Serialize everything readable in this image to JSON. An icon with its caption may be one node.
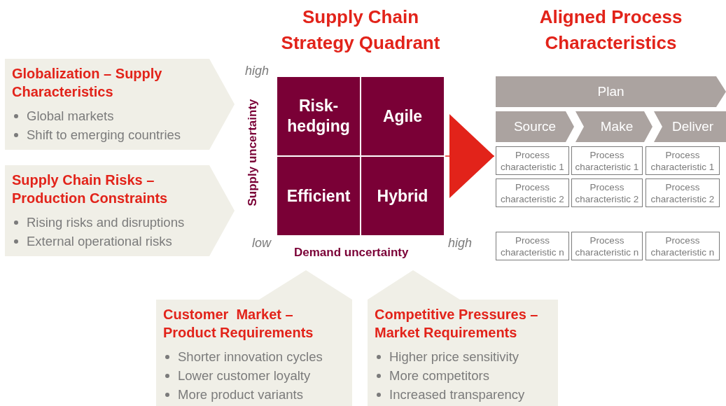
{
  "diagram": {
    "nodes": [
      {
        "text": [
          "Globalization – Supply Characteristics",
          "Global markets",
          "Shift to emerging countries"
        ]
      },
      {
        "text": [
          "Supply Chain Risks – Production Constraints",
          "Rising risks and disruptions",
          "External operational risks"
        ]
      },
      {
        "text": [
          "Customer  Market – Product Requirements",
          "Shorter innovation cycles",
          "Lower customer loyalty",
          "More product variants"
        ]
      },
      {
        "text": [
          "Competitive Pressures – Market Requirements",
          "Higher price sensitivity",
          "More competitors",
          "Increased transparency"
        ]
      },
      {
        "text": [
          "Supply Chain Strategy Quadrant"
        ]
      },
      {
        "text": [
          "Risk-hedging"
        ],
        "in": 4
      },
      {
        "text": [
          "Agile"
        ],
        "in": 4
      },
      {
        "text": [
          "Efficient"
        ],
        "in": 4
      },
      {
        "text": [
          "Hybrid"
        ],
        "in": 4
      },
      {
        "text": [
          "Aligned Process Characteristics"
        ]
      },
      {
        "text": [
          "Plan"
        ],
        "in": 9
      },
      {
        "text": [
          "Source"
        ],
        "in": 9
      },
      {
        "text": [
          "Make"
        ],
        "in": 9
      },
      {
        "text": [
          "Deliver"
        ],
        "in": 9
      },
      {
        "text": [
          "Process characteristic 1"
        ],
        "in": 9
      },
      {
        "text": [
          "Process characteristic 1"
        ],
        "in": 9
      },
      {
        "text": [
          "Process characteristic 1"
        ],
        "in": 9
      },
      {
        "text": [
          "Process characteristic 2"
        ],
        "in": 9
      },
      {
        "text": [
          "Process characteristic 2"
        ],
        "in": 9
      },
      {
        "text": [
          "Process characteristic 2"
        ],
        "in": 9
      },
      {
        "text": [
          "Process characteristic n"
        ],
        "in": 9
      },
      {
        "text": [
          "Process characteristic n"
        ],
        "in": 9
      },
      {
        "text": [
          "Process characteristic n"
        ],
        "in": 9
      }
    ],
    "edges": [
      {
        "from": 4,
        "to": 9,
        "arrow": "to",
        "color": "#e2231a"
      }
    ],
    "labels": [
      "high",
      "Supply uncertainty",
      "low",
      "Demand uncertainty",
      "high"
    ]
  }
}
